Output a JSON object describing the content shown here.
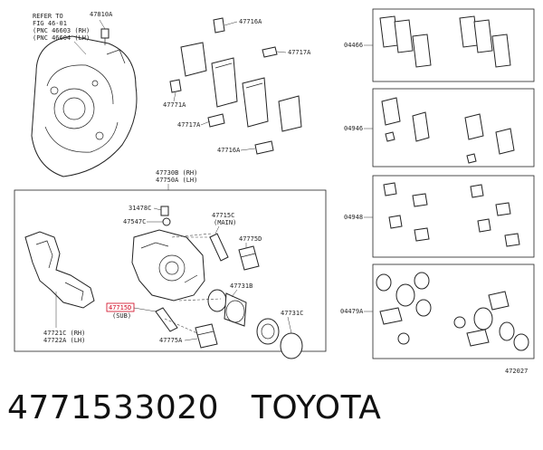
{
  "diagram": {
    "labels": {
      "refer_to_1": "REFER TO",
      "refer_to_2": "FIG 46-01",
      "refer_to_3": "(PNC 46603 (RH)",
      "refer_to_4": "(PNC 46604 (LH)",
      "p47810A": "47810A",
      "p47716A_top": "47716A",
      "p47717A_top": "47717A",
      "p47771A": "47771A",
      "p47717A_mid": "47717A",
      "p47716A_bot": "47716A",
      "p47730B": "47730B (RH)",
      "p47750A": "47750A (LH)",
      "p31478C": "31478C",
      "p47547C": "47547C",
      "p47715C": "47715C",
      "p47715C_main": "(MAIN)",
      "p47775D": "47775D",
      "p47731B": "47731B",
      "p47715D": "47715D",
      "p47715D_sub": "(SUB)",
      "p47731C": "47731C",
      "p47775A": "47775A",
      "p47721C": "47721C (RH)",
      "p47722A": "47722A (LH)",
      "p04466": "04466",
      "p04946": "04946",
      "p04948": "04948",
      "p04479A": "04479A",
      "fig_no": "472027"
    },
    "highlight_color": "#d0021b"
  },
  "footer": {
    "part_number": "4771533020",
    "brand": "TOYOTA"
  }
}
